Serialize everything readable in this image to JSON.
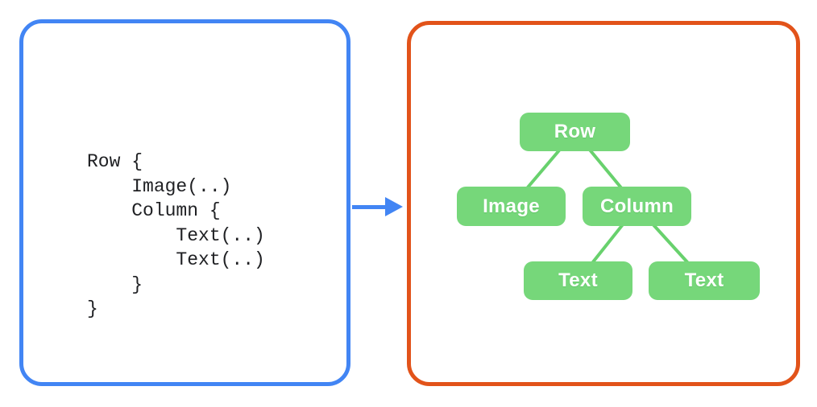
{
  "left_panel": {
    "border_color": "#4285F4",
    "code_lines": [
      "Row {",
      "    Image(..)",
      "    Column {",
      "        Text(..)",
      "        Text(..)",
      "    }",
      "}"
    ]
  },
  "arrow": {
    "color": "#4285F4",
    "direction": "right"
  },
  "right_panel": {
    "border_color": "#E2531A",
    "tree": {
      "node_fill": "#76D77A",
      "edge_color": "#68D16D",
      "label_color": "#FFFFFF",
      "nodes": [
        {
          "id": "row",
          "label": "Row"
        },
        {
          "id": "image",
          "label": "Image"
        },
        {
          "id": "column",
          "label": "Column"
        },
        {
          "id": "text1",
          "label": "Text"
        },
        {
          "id": "text2",
          "label": "Text"
        }
      ],
      "edges": [
        [
          "row",
          "image"
        ],
        [
          "row",
          "column"
        ],
        [
          "column",
          "text1"
        ],
        [
          "column",
          "text2"
        ]
      ]
    }
  }
}
